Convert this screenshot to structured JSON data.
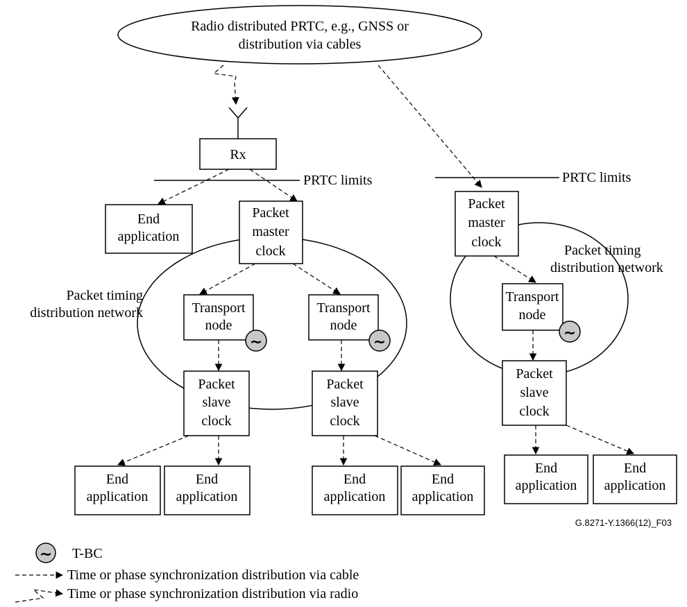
{
  "source": {
    "line1": "Radio distributed PRTC, e.g., GNSS or",
    "line2": "distribution via cables"
  },
  "rx": {
    "label": "Rx"
  },
  "prtc_limits": {
    "left": "PRTC limits",
    "right": "PRTC limits"
  },
  "left_network": {
    "end_app_top": {
      "line1": "End",
      "line2": "application"
    },
    "master": {
      "line1": "Packet",
      "line2": "master",
      "line3": "clock"
    },
    "network_label": {
      "line1": "Packet timing",
      "line2": "distribution network"
    },
    "transport_a": {
      "line1": "Transport",
      "line2": "node"
    },
    "transport_b": {
      "line1": "Transport",
      "line2": "node"
    },
    "slave_a": {
      "line1": "Packet",
      "line2": "slave",
      "line3": "clock"
    },
    "slave_b": {
      "line1": "Packet",
      "line2": "slave",
      "line3": "clock"
    },
    "end_apps": [
      {
        "line1": "End",
        "line2": "application"
      },
      {
        "line1": "End",
        "line2": "application"
      },
      {
        "line1": "End",
        "line2": "application"
      },
      {
        "line1": "End",
        "line2": "application"
      }
    ]
  },
  "right_network": {
    "master": {
      "line1": "Packet",
      "line2": "master",
      "line3": "clock"
    },
    "network_label": {
      "line1": "Packet timing",
      "line2": "distribution network"
    },
    "transport": {
      "line1": "Transport",
      "line2": "node"
    },
    "slave": {
      "line1": "Packet",
      "line2": "slave",
      "line3": "clock"
    },
    "end_apps": [
      {
        "line1": "End",
        "line2": "application"
      },
      {
        "line1": "End",
        "line2": "application"
      }
    ]
  },
  "figure_id": "G.8271-Y.1366(12)_F03",
  "tbc_glyph": "~",
  "legend": {
    "tbc": "T-BC",
    "cable": "Time or phase synchronization distribution via cable",
    "radio": "Time or phase synchronization distribution via radio"
  }
}
